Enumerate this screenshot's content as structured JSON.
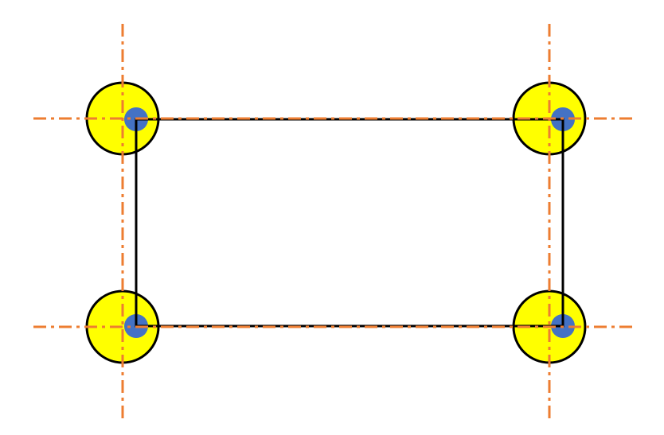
{
  "diagram": {
    "colors": {
      "background": "#ffffff",
      "pad_fill": "#ffff00",
      "pad_stroke": "#000000",
      "hole_fill": "#4472c4",
      "centerline": "#ed7d31",
      "outline": "#000000"
    },
    "pads": [
      {
        "name": "pad-top-left"
      },
      {
        "name": "pad-top-right"
      },
      {
        "name": "pad-bottom-left"
      },
      {
        "name": "pad-bottom-right"
      }
    ],
    "centerlines": {
      "horizontal": [
        "centerline-top",
        "centerline-bottom"
      ],
      "vertical": [
        "centerline-left",
        "centerline-right"
      ],
      "style": "dash-dot"
    },
    "outline": {
      "shape": "rectangle"
    }
  }
}
